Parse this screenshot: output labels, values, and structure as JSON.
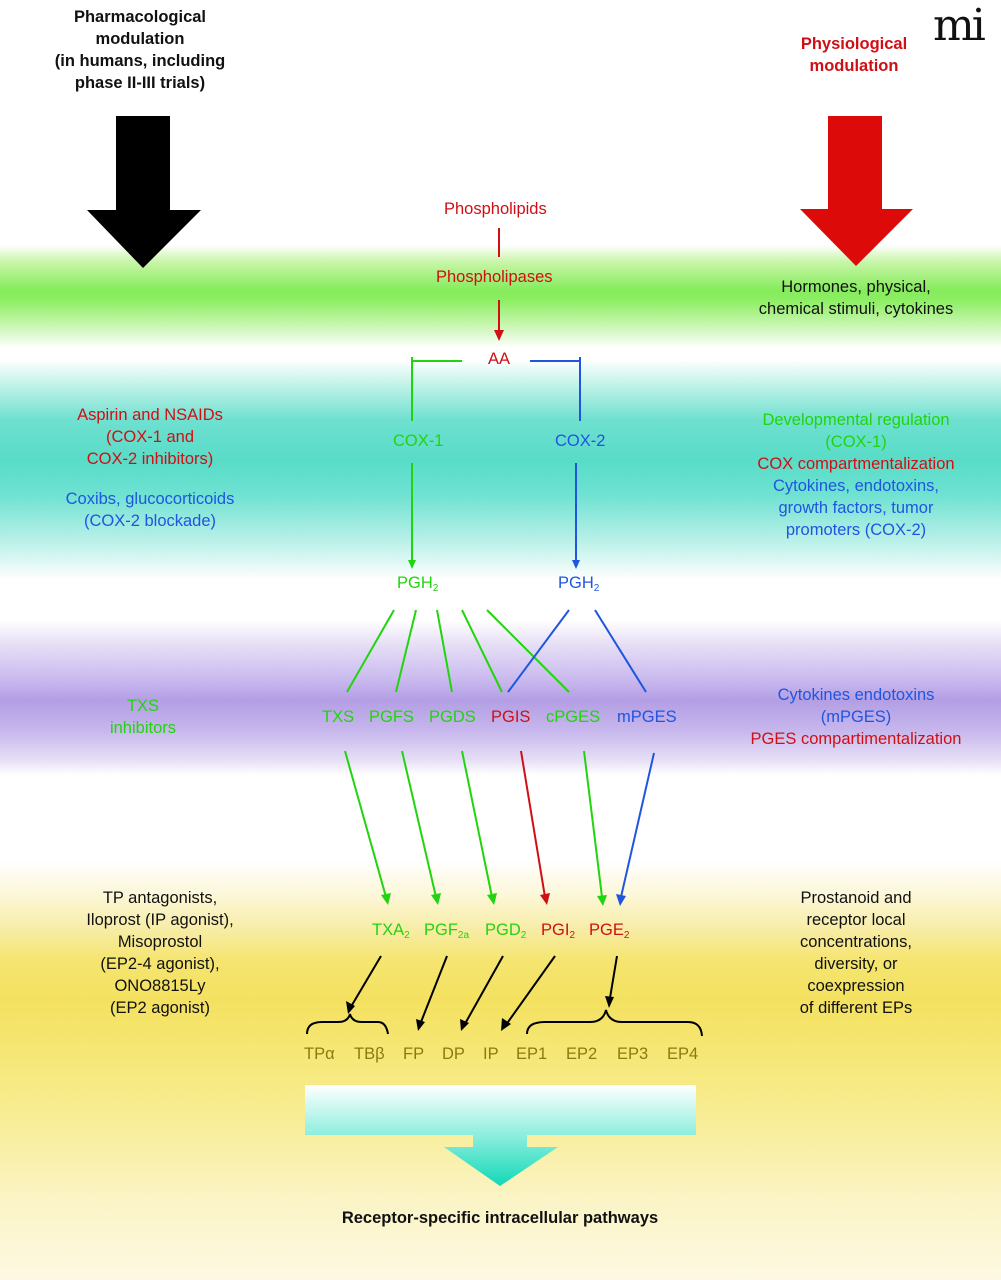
{
  "logo": {
    "text": "mi"
  },
  "left_column": {
    "title": "Pharmacological\nmodulation\n(in humans, including\nphase II-III trials)",
    "cox_inhibitors": "Aspirin and NSAIDs\n(COX-1 and\nCOX-2 inhibitors)",
    "cox2_blockade": "Coxibs, glucocorticoids\n(COX-2 blockade)",
    "txs_inhibitors": "TXS\ninhibitors",
    "receptor_drugs": "TP antagonists,\nIloprost (IP agonist),\nMisoprostol\n(EP2-4 agonist),\nONO8815Ly\n(EP2 agonist)"
  },
  "right_column": {
    "title": "Physiological\nmodulation",
    "stimuli": "Hormones, physical,\nchemical stimuli, cytokines",
    "cox1_regulation": "Developmental regulation\n(COX-1)",
    "cox_compartment": "COX compartmentalization",
    "cox2_regulation": "Cytokines, endotoxins,\ngrowth factors, tumor\npromoters (COX-2)",
    "mpges_regulation": "Cytokines endotoxins\n(mPGES)",
    "pges_compartment": "PGES compartimentalization",
    "receptor_regulation": "Prostanoid and\nreceptor local\nconcentrations,\ndiversity, or\ncoexpression\nof different EPs"
  },
  "pathway": {
    "phospholipids": "Phospholipids",
    "phospholipases": "Phospholipases",
    "aa": "AA",
    "cox1": "COX-1",
    "cox2": "COX-2",
    "pgh2_cox1": {
      "base": "PGH",
      "sub": "2"
    },
    "pgh2_cox2": {
      "base": "PGH",
      "sub": "2"
    },
    "synthases": [
      {
        "label": "TXS",
        "color": "green"
      },
      {
        "label": "PGFS",
        "color": "green"
      },
      {
        "label": "PGDS",
        "color": "green"
      },
      {
        "label": "PGIS",
        "color": "red"
      },
      {
        "label": "cPGES",
        "color": "green"
      },
      {
        "label": "mPGES",
        "color": "blue"
      }
    ],
    "prostanoids": [
      {
        "base": "TXA",
        "sub": "2",
        "color": "green"
      },
      {
        "base": "PGF",
        "sub": "2a",
        "color": "green"
      },
      {
        "base": "PGD",
        "sub": "2",
        "color": "green"
      },
      {
        "base": "PGI",
        "sub": "2",
        "color": "red"
      },
      {
        "base": "PGE",
        "sub": "2",
        "color": "red"
      }
    ],
    "receptors": [
      "TPα",
      "TBβ",
      "FP",
      "DP",
      "IP",
      "EP1",
      "EP2",
      "EP3",
      "EP4"
    ],
    "output": "Receptor-specific intracellular pathways"
  },
  "colors": {
    "red": "#d00f14",
    "green": "#22d40e",
    "blue": "#1f55e0",
    "black": "#000000",
    "receptor_text": "#8a7a12",
    "green_band": "#86ec5c",
    "teal_band": "#58dcc8",
    "purple_band": "#b39ee4",
    "yellow_band": "#f4e160",
    "output_arrow_top": "#ffffff",
    "output_arrow_bottom": "#10d8b8"
  }
}
